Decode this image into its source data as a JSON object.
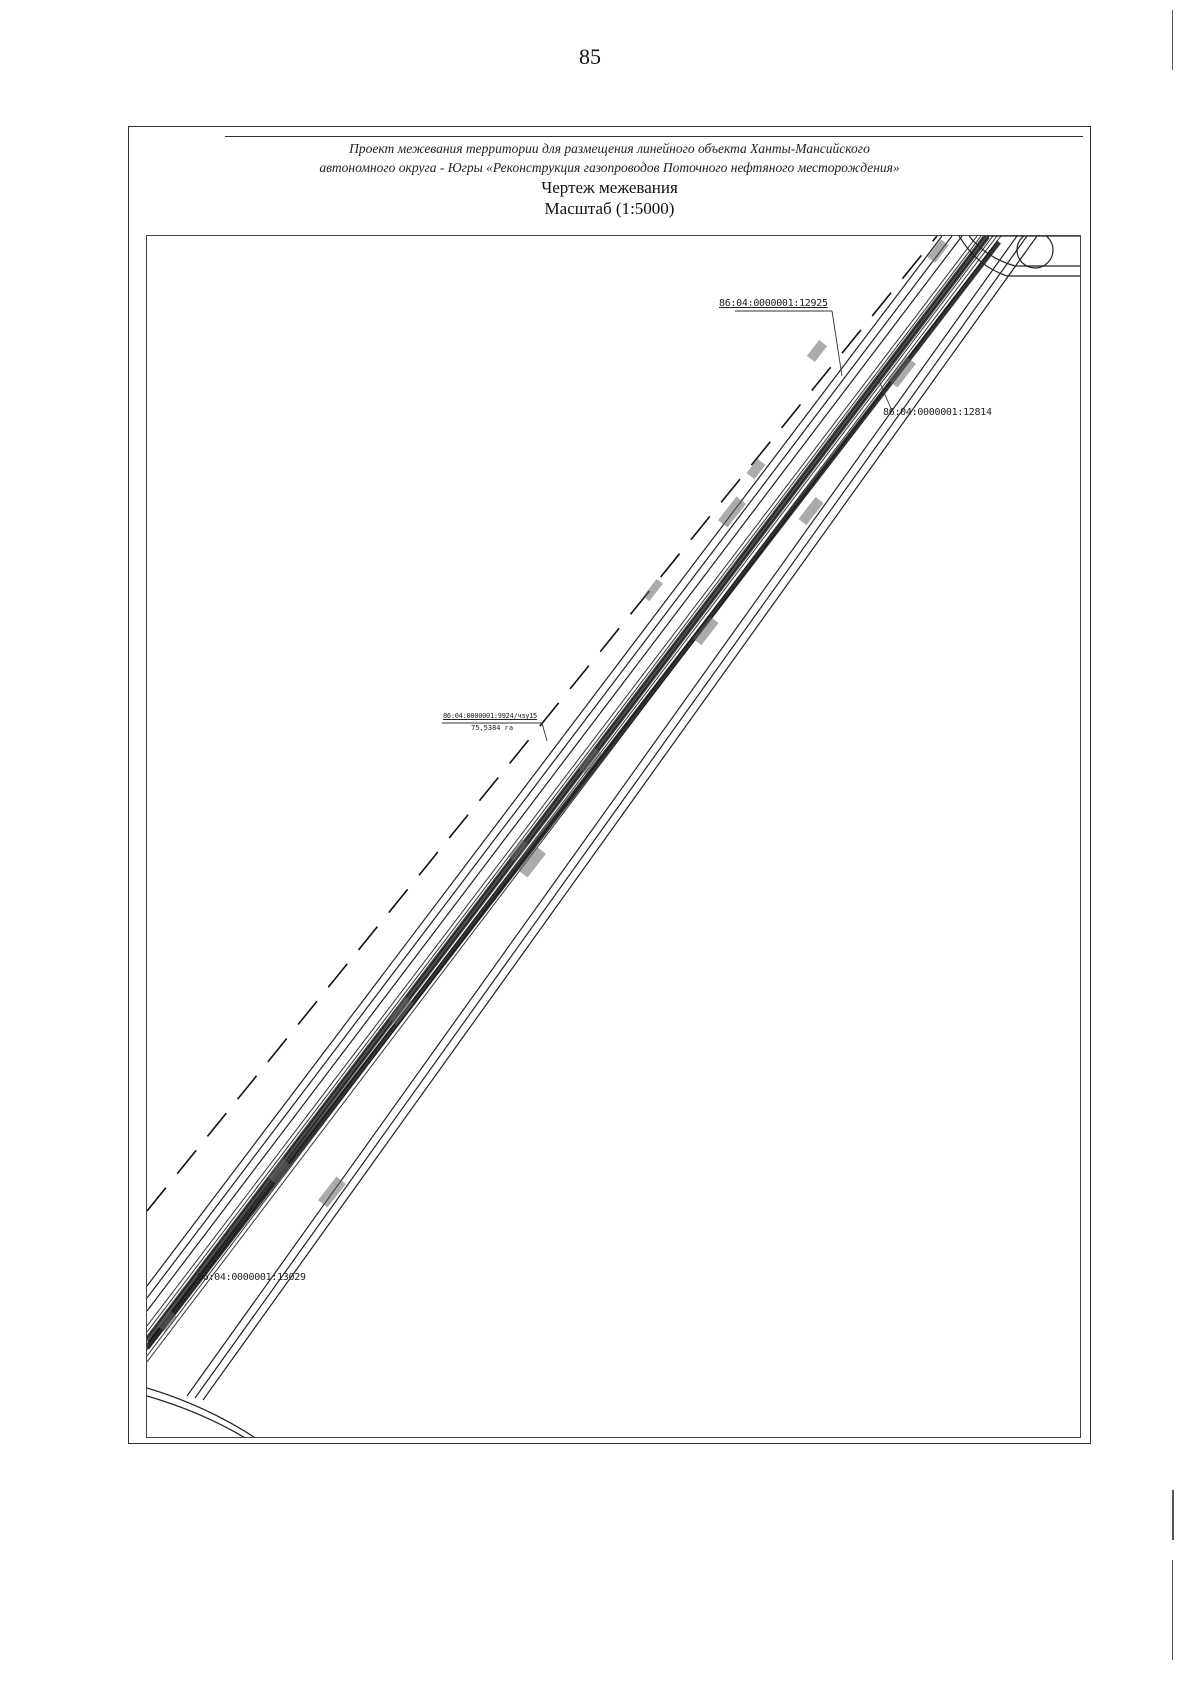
{
  "page": {
    "number": "85"
  },
  "header": {
    "line1": "Проект межевания территории для размещения линейного объекта Ханты-Мансийского",
    "line2": "автономного округа - Югры «Реконструкция газопроводов Поточного нефтяного месторождения»",
    "title": "Чертеж межевания",
    "scale": "Масштаб (1:5000)"
  },
  "map": {
    "parcels": [
      {
        "id": "86:04:0000001:12925"
      },
      {
        "id": "86:04:0000001:12814"
      },
      {
        "id": "86:04:0000001:9924/чзу15",
        "area": "75,5384 га"
      },
      {
        "id": "86:04:0000001:13029"
      }
    ],
    "colors": {
      "line": "#222222",
      "hatch": "#555555",
      "boundary_dash": "#111111"
    }
  }
}
